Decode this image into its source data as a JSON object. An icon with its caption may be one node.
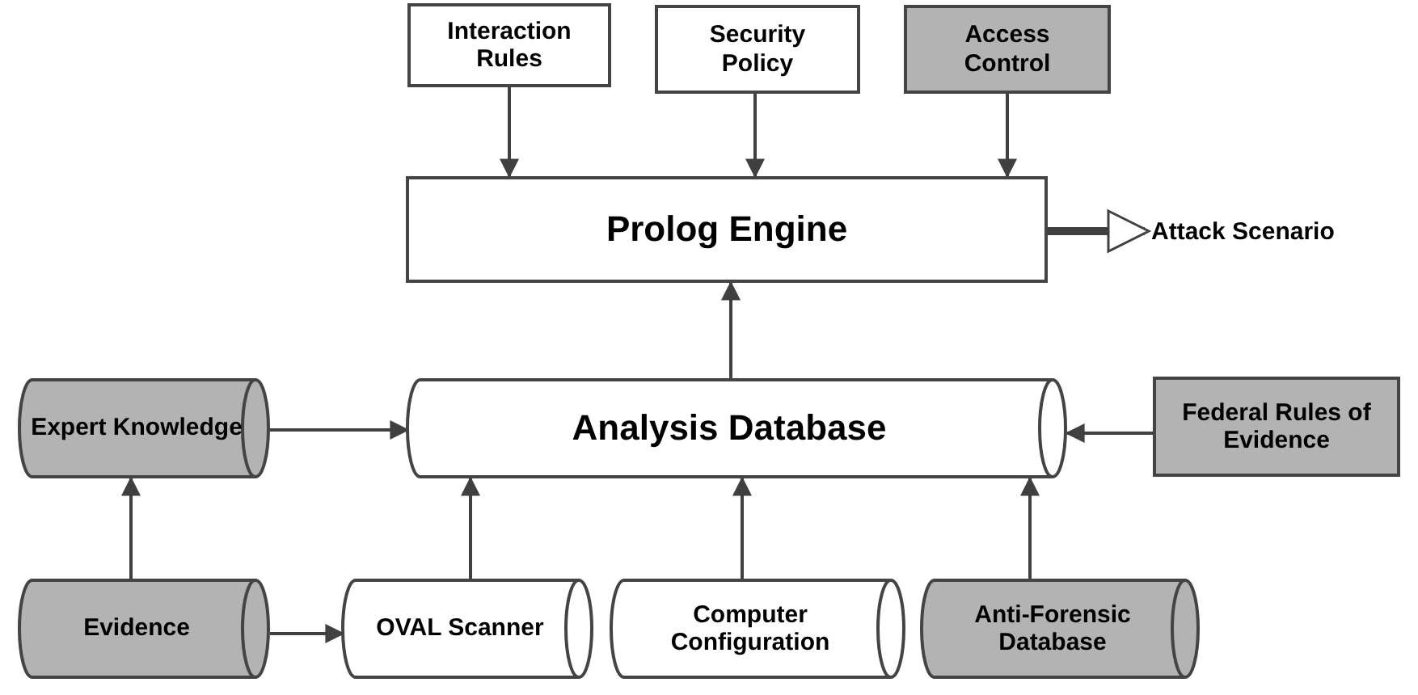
{
  "diagram": {
    "nodes": [
      {
        "text": [
          "Interaction Rules"
        ]
      },
      {
        "text": [
          "Security Policy"
        ]
      },
      {
        "text": [
          "Access Control"
        ]
      },
      {
        "text": [
          "Prolog Engine"
        ]
      },
      {
        "text": [
          "Attack Scenario"
        ]
      },
      {
        "text": [
          "Expert Knowledge"
        ]
      },
      {
        "text": [
          "Analysis Database"
        ]
      },
      {
        "text": [
          "Federal Rules of Evidence"
        ]
      },
      {
        "text": [
          "Evidence"
        ]
      },
      {
        "text": [
          "OVAL Scanner"
        ]
      },
      {
        "text": [
          "Computer Configuration"
        ]
      },
      {
        "text": [
          "Anti-Forensic Database"
        ]
      }
    ],
    "edges": [
      {
        "from": 0,
        "to": 3,
        "arrow": "to"
      },
      {
        "from": 1,
        "to": 3,
        "arrow": "to"
      },
      {
        "from": 2,
        "to": 3,
        "arrow": "to"
      },
      {
        "from": 3,
        "to": 4,
        "arrow": "to",
        "style": "thick"
      },
      {
        "from": 6,
        "to": 3,
        "arrow": "to"
      },
      {
        "from": 5,
        "to": 6,
        "arrow": "to"
      },
      {
        "from": 7,
        "to": 6,
        "arrow": "to"
      },
      {
        "from": 8,
        "to": 5,
        "arrow": "to"
      },
      {
        "from": 8,
        "to": 9,
        "arrow": "to"
      },
      {
        "from": 9,
        "to": 6,
        "arrow": "to"
      },
      {
        "from": 10,
        "to": 6,
        "arrow": "to"
      },
      {
        "from": 11,
        "to": 6,
        "arrow": "to"
      }
    ]
  }
}
